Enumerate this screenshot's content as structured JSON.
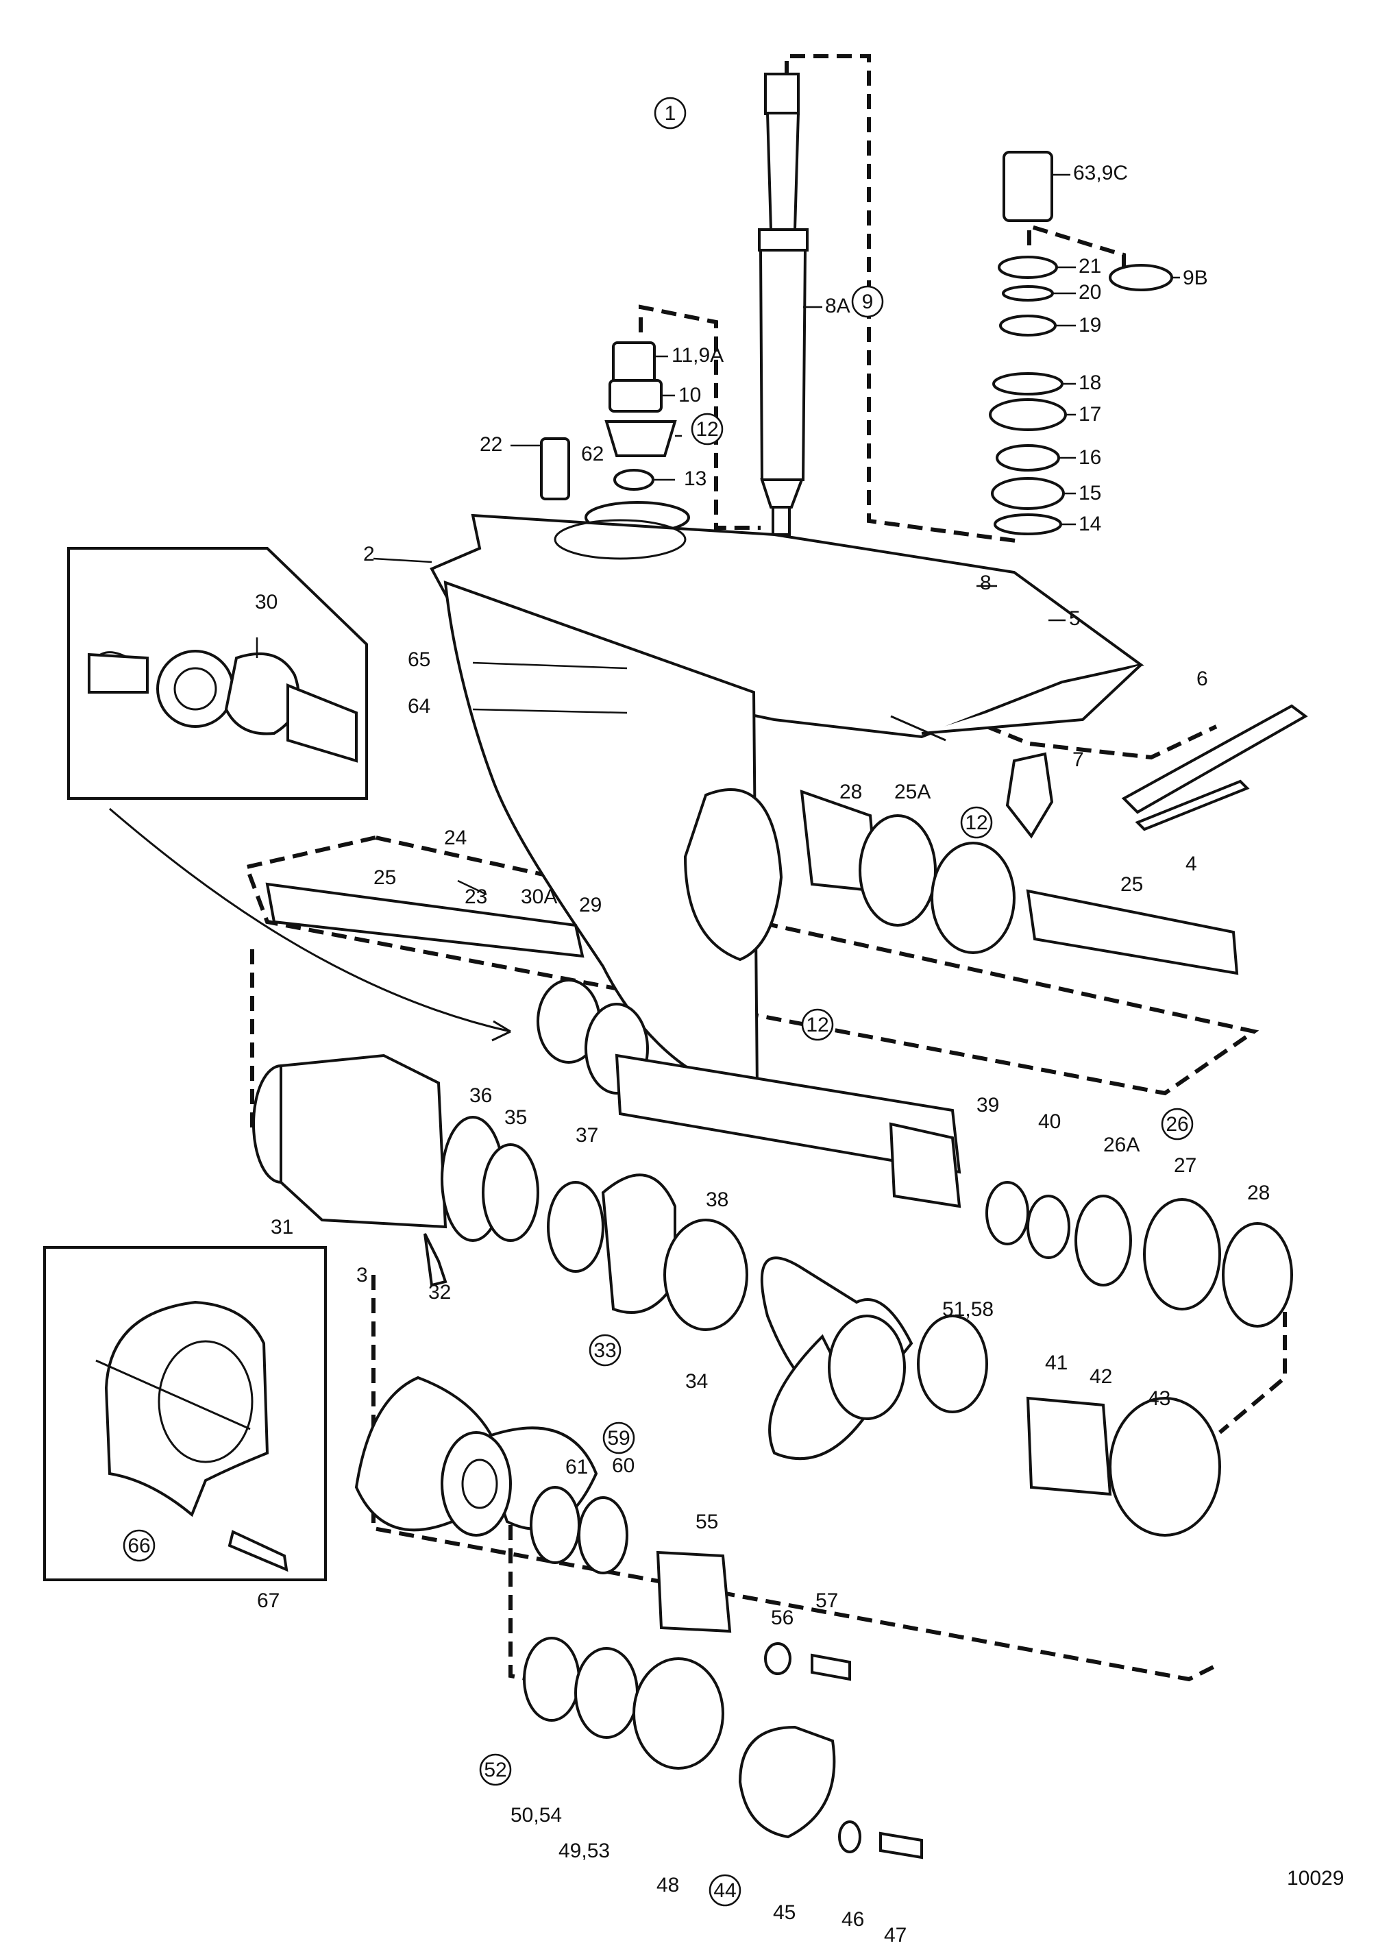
{
  "drawing_number": "10029",
  "labels": [
    {
      "id": "1",
      "text": "1",
      "circled": true
    },
    {
      "id": "63_9c",
      "text": "63,9C",
      "circled": false
    },
    {
      "id": "21",
      "text": "21",
      "circled": false
    },
    {
      "id": "9b",
      "text": "9B",
      "circled": false
    },
    {
      "id": "20",
      "text": "20",
      "circled": false
    },
    {
      "id": "19",
      "text": "19",
      "circled": false
    },
    {
      "id": "18",
      "text": "18",
      "circled": false
    },
    {
      "id": "17",
      "text": "17",
      "circled": false
    },
    {
      "id": "16",
      "text": "16",
      "circled": false
    },
    {
      "id": "15",
      "text": "15",
      "circled": false
    },
    {
      "id": "14",
      "text": "14",
      "circled": false
    },
    {
      "id": "8a",
      "text": "8A",
      "circled": false
    },
    {
      "id": "9",
      "text": "9",
      "circled": true
    },
    {
      "id": "11_9a",
      "text": "11,9A",
      "circled": false
    },
    {
      "id": "10",
      "text": "10",
      "circled": false
    },
    {
      "id": "12_top",
      "text": "12",
      "circled": true
    },
    {
      "id": "13",
      "text": "13",
      "circled": false
    },
    {
      "id": "22",
      "text": "22",
      "circled": false
    },
    {
      "id": "62",
      "text": "62",
      "circled": false
    },
    {
      "id": "2",
      "text": "2",
      "circled": false
    },
    {
      "id": "8",
      "text": "8",
      "circled": false
    },
    {
      "id": "5",
      "text": "5",
      "circled": false
    },
    {
      "id": "30",
      "text": "30",
      "circled": false
    },
    {
      "id": "65",
      "text": "65",
      "circled": false
    },
    {
      "id": "64",
      "text": "64",
      "circled": false
    },
    {
      "id": "6",
      "text": "6",
      "circled": false
    },
    {
      "id": "7",
      "text": "7",
      "circled": false
    },
    {
      "id": "4",
      "text": "4",
      "circled": false
    },
    {
      "id": "28_top",
      "text": "28",
      "circled": false
    },
    {
      "id": "25a",
      "text": "25A",
      "circled": false
    },
    {
      "id": "12_mid",
      "text": "12",
      "circled": true
    },
    {
      "id": "25_right",
      "text": "25",
      "circled": false
    },
    {
      "id": "24",
      "text": "24",
      "circled": false
    },
    {
      "id": "23",
      "text": "23",
      "circled": false
    },
    {
      "id": "25_left",
      "text": "25",
      "circled": false
    },
    {
      "id": "30a",
      "text": "30A",
      "circled": false
    },
    {
      "id": "29",
      "text": "29",
      "circled": false
    },
    {
      "id": "12_shaft",
      "text": "12",
      "circled": true
    },
    {
      "id": "26",
      "text": "26",
      "circled": true
    },
    {
      "id": "36",
      "text": "36",
      "circled": false
    },
    {
      "id": "35",
      "text": "35",
      "circled": false
    },
    {
      "id": "37",
      "text": "37",
      "circled": false
    },
    {
      "id": "39",
      "text": "39",
      "circled": false
    },
    {
      "id": "40",
      "text": "40",
      "circled": false
    },
    {
      "id": "26a",
      "text": "26A",
      "circled": false
    },
    {
      "id": "27",
      "text": "27",
      "circled": false
    },
    {
      "id": "28_right",
      "text": "28",
      "circled": false
    },
    {
      "id": "31",
      "text": "31",
      "circled": false
    },
    {
      "id": "3",
      "text": "3",
      "circled": false
    },
    {
      "id": "32",
      "text": "32",
      "circled": false
    },
    {
      "id": "38",
      "text": "38",
      "circled": false
    },
    {
      "id": "33",
      "text": "33",
      "circled": true
    },
    {
      "id": "34",
      "text": "34",
      "circled": false
    },
    {
      "id": "51_58",
      "text": "51,58",
      "circled": false
    },
    {
      "id": "41",
      "text": "41",
      "circled": false
    },
    {
      "id": "42",
      "text": "42",
      "circled": false
    },
    {
      "id": "43",
      "text": "43",
      "circled": false
    },
    {
      "id": "59",
      "text": "59",
      "circled": true
    },
    {
      "id": "61",
      "text": "61",
      "circled": false
    },
    {
      "id": "60",
      "text": "60",
      "circled": false
    },
    {
      "id": "55",
      "text": "55",
      "circled": false
    },
    {
      "id": "56",
      "text": "56",
      "circled": false
    },
    {
      "id": "57",
      "text": "57",
      "circled": false
    },
    {
      "id": "66",
      "text": "66",
      "circled": true
    },
    {
      "id": "67",
      "text": "67",
      "circled": false
    },
    {
      "id": "52",
      "text": "52",
      "circled": true
    },
    {
      "id": "50_54",
      "text": "50,54",
      "circled": false
    },
    {
      "id": "49_53",
      "text": "49,53",
      "circled": false
    },
    {
      "id": "48",
      "text": "48",
      "circled": false
    },
    {
      "id": "44",
      "text": "44",
      "circled": true
    },
    {
      "id": "45",
      "text": "45",
      "circled": false
    },
    {
      "id": "46",
      "text": "46",
      "circled": false
    },
    {
      "id": "47",
      "text": "47",
      "circled": false
    }
  ]
}
